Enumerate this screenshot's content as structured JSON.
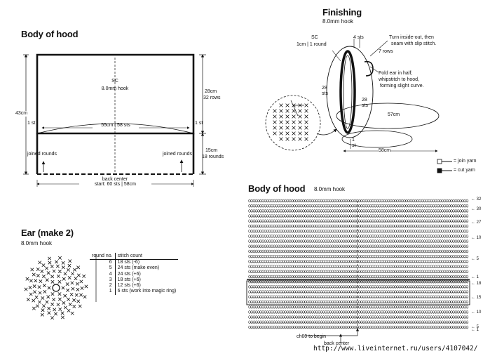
{
  "body_hood": {
    "title": "Body of hood",
    "sc": "SC",
    "hook": "8.0mm hook",
    "width_top": "55cm | 58 sts",
    "height_total": "43cm",
    "upper_h": "28cm",
    "upper_rows": "32 rows",
    "lower_h": "15cm",
    "lower_rows": "18 rounds",
    "st_left": "1 st",
    "st_right": "1 st",
    "joined_left": "joined rounds",
    "joined_right": "joined rounds",
    "back_center": "back center",
    "start": "start: 60 sts | 58cm"
  },
  "finishing": {
    "title": "Finishing",
    "hook": "8.0mm hook",
    "sc": "SC",
    "sc_sub": "1cm | 1 round",
    "sts4": "4 sts",
    "turn_note_1": "Turn inside-out, then",
    "turn_note_2": "seam with slip stitch.",
    "rows7": "7 rows",
    "fold_1": "Fold ear in half;",
    "fold_2": "whipstitch to hood,",
    "fold_3": "forming slight curve.",
    "left_28": "28",
    "left_sts": "sts",
    "right_28": "28",
    "right_sts": "sts",
    "cm57": "57cm",
    "st1": "1",
    "st1b": "st",
    "cm58": "58cm",
    "join_yarn": "= join yarn",
    "cut_yarn": "= cut yarn"
  },
  "ear": {
    "title": "Ear (make 2)",
    "hook": "8.0mm hook",
    "col_round": "round no.",
    "col_count": "stitch count",
    "rows": [
      {
        "n": "6",
        "c": "18 sts (-6)"
      },
      {
        "n": "5",
        "c": "24 sts (make even)"
      },
      {
        "n": "4",
        "c": "24 sts (+6)"
      },
      {
        "n": "3",
        "c": "18 sts (+6)"
      },
      {
        "n": "2",
        "c": "12 sts (+6)"
      },
      {
        "n": "1",
        "c": "6 sts (work into magic ring)"
      }
    ]
  },
  "chart": {
    "title": "Body of hood",
    "hook": "8.0mm hook",
    "row_labels": [
      "32",
      "30",
      "27",
      "10",
      "5",
      "1",
      "18",
      "15",
      "10",
      "5",
      "1"
    ],
    "ch60": "ch60 to begin",
    "back_center": "back center"
  },
  "url": "http://www.liveinternet.ru/users/4107042/"
}
